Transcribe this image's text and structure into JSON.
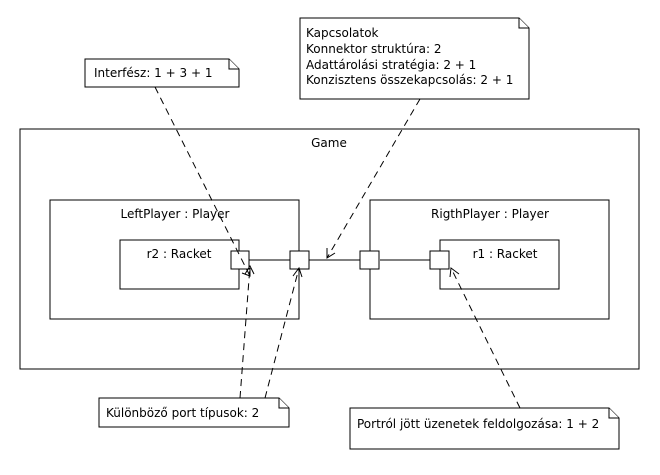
{
  "diagram": {
    "outer_part": {
      "label": "Game"
    },
    "left_player": {
      "label": "LeftPlayer : Player",
      "inner_label": "r2 : Racket"
    },
    "right_player": {
      "label": "RigthPlayer : Player",
      "inner_label": "r1 : Racket"
    },
    "notes": {
      "interface": {
        "lines": [
          "Interfész: 1 + 3 + 1"
        ]
      },
      "connections": {
        "lines": [
          "Kapcsolatok",
          "Konnektor struktúra: 2",
          "Adattárolási stratégia: 2 + 1",
          "Konzisztens összekapcsolás: 2 + 1"
        ]
      },
      "port_types": {
        "lines": [
          "Különböző port típusok: 2"
        ]
      },
      "message_handling": {
        "lines": [
          "Portról jött üzenetek feldolgozása: 1 + 2"
        ]
      }
    }
  }
}
